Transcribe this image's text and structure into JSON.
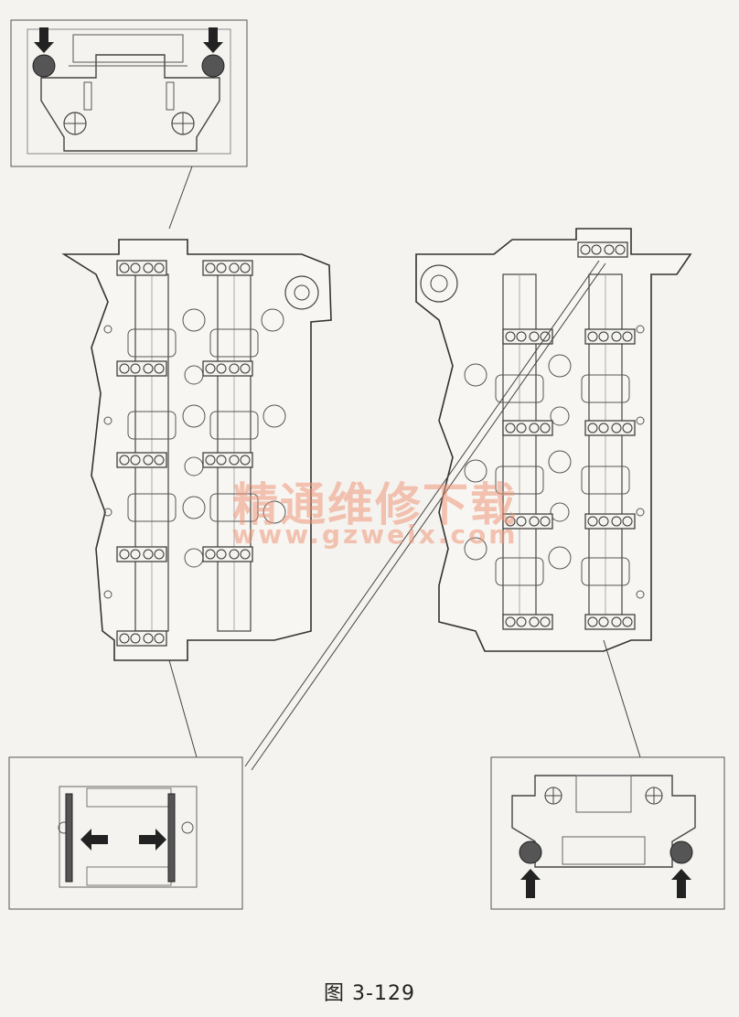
{
  "figure": {
    "caption": "图 3-129"
  },
  "watermark": {
    "site_name": "精通维修下载",
    "url": "www.gzweix.com"
  },
  "callouts": [
    {
      "name": "top-left-detail",
      "arrows": "down",
      "markers": "round"
    },
    {
      "name": "bottom-left-detail",
      "arrows": "left-right",
      "markers": "bars"
    },
    {
      "name": "bottom-right-detail",
      "arrows": "up",
      "markers": "round"
    }
  ]
}
